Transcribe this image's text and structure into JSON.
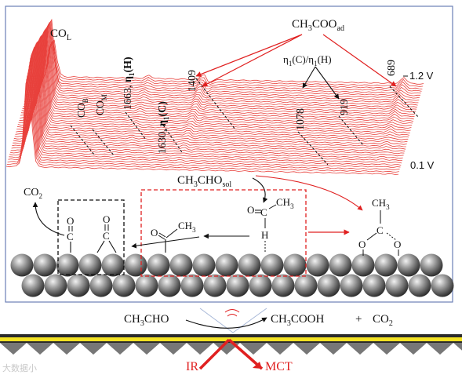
{
  "spectra": {
    "peak_labels": {
      "co_l": "CO",
      "co_l_sub": "L",
      "co_b": "CO",
      "co_b_sub": "B",
      "co_m": "CO",
      "co_m_sub": "M",
      "p1663": "1663,",
      "eta1H": "η",
      "eta1H_sub": "1",
      "eta1H_tail": "(H)",
      "p1630": "1630,",
      "eta1C": "η",
      "eta1C_sub": "1",
      "eta1C_tail": "(C)",
      "p1409": "1409",
      "p1078": "1078",
      "p919": "919",
      "p689": "689",
      "acetate_ad": "CH",
      "acetate_ad_sub3": "3",
      "acetate_ad_tail": "COO",
      "acetate_ad_sub": "ad",
      "eta_pair": "η",
      "eta_pair_a": "1",
      "eta_pair_b": "(C)/η",
      "eta_pair_c": "1",
      "eta_pair_d": "(H)",
      "potential_top": "1.2 V",
      "potential_bottom": "0.1 V",
      "acetald_sol": "CH",
      "acetald_sol_sub3": "3",
      "acetald_sol_tail": "CHO",
      "acetald_sol_sub": "sol"
    }
  },
  "adsorbates": {
    "co2": "CO",
    "co2_sub": "2",
    "o": "O",
    "c": "C",
    "ch3": "CH",
    "ch3_sub": "3",
    "h": "H"
  },
  "cell": {
    "reactant": "CH",
    "reactant_sub": "3",
    "reactant_tail": "CHO",
    "product1": "CH",
    "product1_sub": "3",
    "product1_tail": "COOH",
    "plus": "+",
    "product2": "CO",
    "product2_sub": "2",
    "ir": "IR",
    "mct": "MCT"
  },
  "watermark": "大数据小",
  "colors": {
    "spectra_red": "#e8413c",
    "peak_red": "#d81f1f",
    "frame_blue": "#6b7fb6",
    "gold": "#f3e222",
    "electrode_gray": "#777777"
  }
}
